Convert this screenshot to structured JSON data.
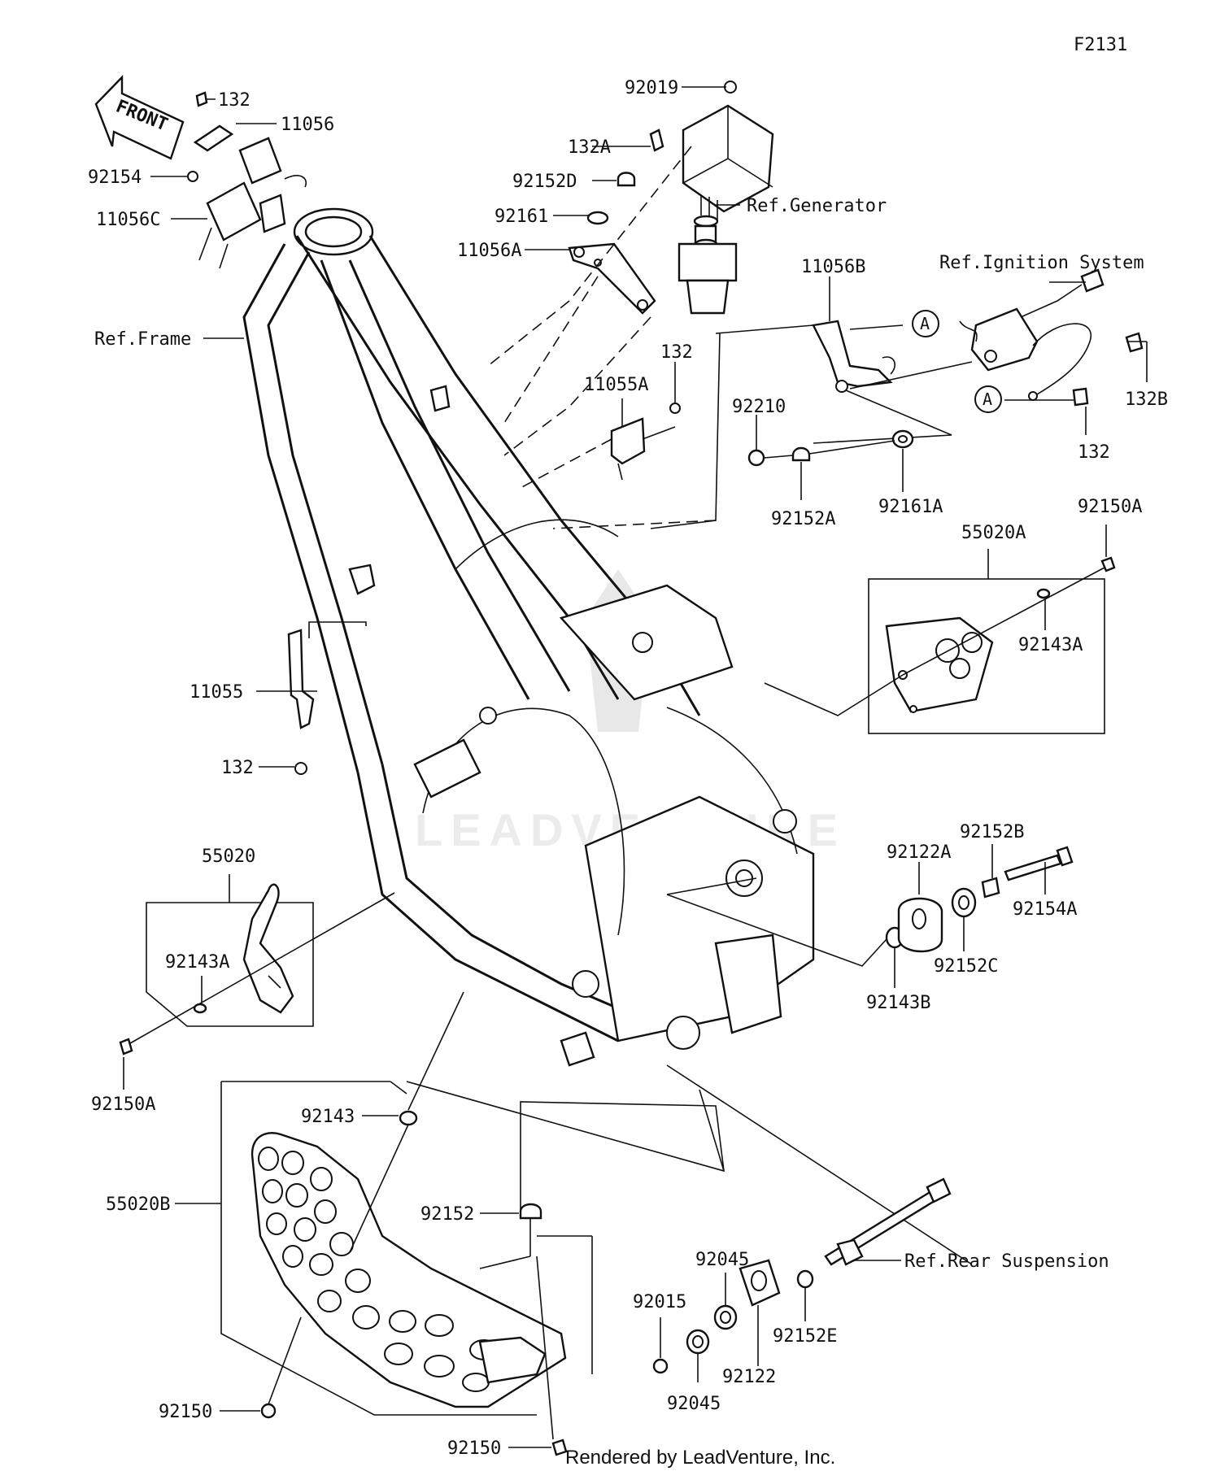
{
  "diagram_id": "F2131",
  "front_label": "FRONT",
  "footer": "Rendered by LeadVenture, Inc.",
  "watermark": "LEADVENTURE",
  "callout_marker": "A",
  "labels": {
    "p132_top": "132",
    "p11056": "11056",
    "p92154": "92154",
    "p11056C": "11056C",
    "ref_frame": "Ref.Frame",
    "p92019": "92019",
    "p132A": "132A",
    "p92152D": "92152D",
    "ref_generator": "Ref.Generator",
    "p92161": "92161",
    "p11056A": "11056A",
    "p11056B": "11056B",
    "ref_ignition": "Ref.Ignition System",
    "p132_mid": "132",
    "p11055A": "11055A",
    "p92210": "92210",
    "p132B": "132B",
    "p132_right": "132",
    "p92152A": "92152A",
    "p92161A": "92161A",
    "p92150A_right": "92150A",
    "p55020A": "55020A",
    "p92143A_right": "92143A",
    "p11055": "11055",
    "p132_left": "132",
    "p92152B": "92152B",
    "p92122A": "92122A",
    "p92154A": "92154A",
    "p55020": "55020",
    "p92143A_left": "92143A",
    "p92152C": "92152C",
    "p92143B": "92143B",
    "p92150A_left": "92150A",
    "p92143": "92143",
    "p55020B": "55020B",
    "p92152": "92152",
    "ref_rear": "Ref.Rear Suspension",
    "p92045_top": "92045",
    "p92015": "92015",
    "p92152E": "92152E",
    "p92122": "92122",
    "p92045_bottom": "92045",
    "p92150_left": "92150",
    "p92150_bottom": "92150"
  }
}
